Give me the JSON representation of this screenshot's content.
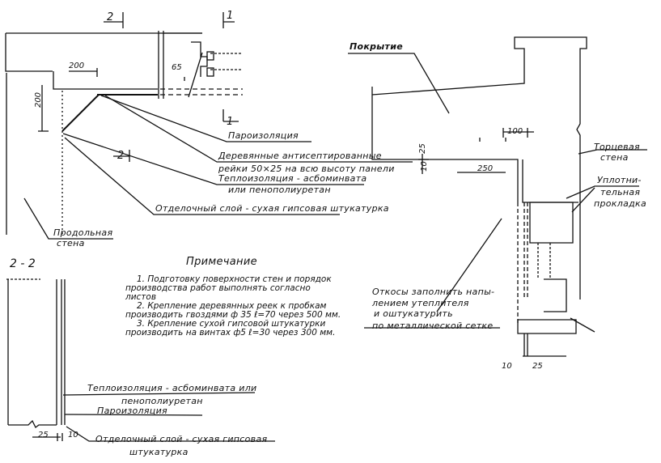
{
  "section_marks": {
    "top_left": "2",
    "top_right": "1",
    "lower_right": "1",
    "lower_left": "2",
    "section_title": "2 - 2"
  },
  "dimensions": {
    "d200_h": "200",
    "d200_v": "200",
    "d65": "65",
    "d100": "100",
    "d25_top": "25",
    "d10_top": "10",
    "d250": "250",
    "d10_bottom": "10",
    "d25_bottom": "25",
    "s22_d25": "25",
    "s22_d10": "10"
  },
  "labels": {
    "paroizolyatsiya": "Пароизоляция",
    "reiki_1": "Деревянные антисептированные",
    "reiki_2": "рейки 50×25 на всю высоту панели",
    "teplo_1": "Теплоизоляция - асбоминвата",
    "teplo_2": "или пенополиуретан",
    "otdelka": "Отделочный слой - сухая гипсовая штукатурка",
    "prodolnaya_1": "Продольная",
    "prodolnaya_2": "стена",
    "pokrytie": "Покрытие",
    "tortsevaya_1": "Торцевая",
    "tortsevaya_2": "стена",
    "uplot_1": "Уплотни-",
    "uplot_2": "тельная",
    "uplot_3": "прокладка",
    "otkosy_1": "Откосы заполнить напы-",
    "otkosy_2": "лением утеплителя",
    "otkosy_3": "и оштукатурить",
    "otkosy_4": "по металлической сетке",
    "s22_teplo_1": "Теплоизоляция - асбоминвата или",
    "s22_teplo_2": "пенополиуретан",
    "s22_paro": "Пароизоляция",
    "s22_otdelka_1": "Отделочный слой - сухая гипсовая",
    "s22_otdelka_2": "штукатурка"
  },
  "note": {
    "title": "Примечание",
    "items": [
      "1. Подготовку поверхности стен и порядок производства работ выполнять согласно листов",
      "2. Крепление деревянных реек к пробкам производить гвоздями ф 35 ℓ=70 через 500 мм.",
      "3. Крепление сухой гипсовой штукатурки производить на винтах ф5 ℓ=30 через 300 мм."
    ]
  }
}
